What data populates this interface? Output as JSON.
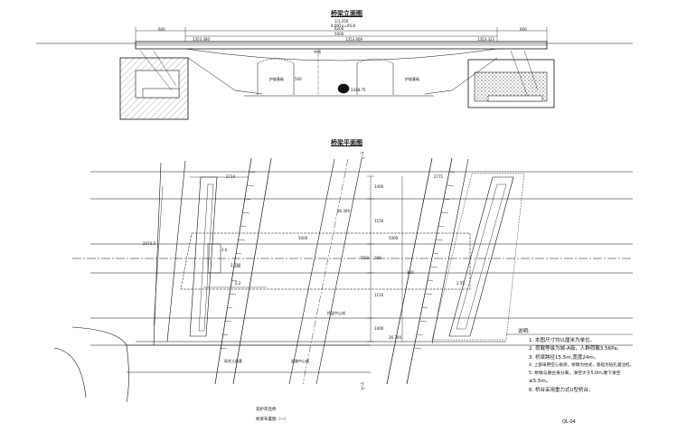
{
  "titles": {
    "elevation": "桥梁立面图",
    "plan": "桥梁平面图"
  },
  "elevation": {
    "top_elev": "1/1.250",
    "span_note": "4.09T<=95.8",
    "dim_left": "600",
    "dim_main": "5000",
    "dim_right": "600",
    "dim_total": "6200",
    "elev_left": "1353.380",
    "elev_mid": "1353.669",
    "elev_right": "1353.323",
    "center_mark": "中线",
    "label_left_pier": "护坡基础",
    "label_right_pier": "护坡基础",
    "dim_pier_h": "500",
    "bottom_elev": "1348.75"
  },
  "plan": {
    "dim_a": "2714",
    "dim_b": "2771",
    "dim_c": "5000",
    "dim_d": "5000",
    "dim_e": "1400",
    "dim_f": "1150",
    "dim_g": "1150",
    "dim_h": "1400",
    "dim_i": "200",
    "dim_j": "3550",
    "dim_k": "26.300",
    "dim_l": "300",
    "dim_m": "2.780",
    "dim_n": "2.0",
    "dim_o": "2.2",
    "dim_p": "2.55",
    "label_center": "桥梁中心线",
    "label_road": "现状土路基",
    "label_road2": "道路中心线",
    "label_width": "26.300",
    "dim_side": "2074.5"
  },
  "notes": {
    "heading": "说明:",
    "items": [
      "1. 本图尺寸均以厘米为单位。",
      "2. 荷载等级为城-A级，人群荷载3.5KPa。",
      "3. 桥梁跨径15.5m,宽度24m。",
      "4. 上部采用空心板梁，桥墩为柱式，基础为钻孔灌注桩。",
      "5. 桥墩与墩台身分离，净空大于5.0m,墩下净空",
      "   ≥5.5m。",
      "6. 桥台采用重力式U型桥台。"
    ]
  },
  "footer": {
    "caption1": "双护岸连桥",
    "caption2": "桥梁布置图（一）",
    "sheet": "QL-04"
  }
}
